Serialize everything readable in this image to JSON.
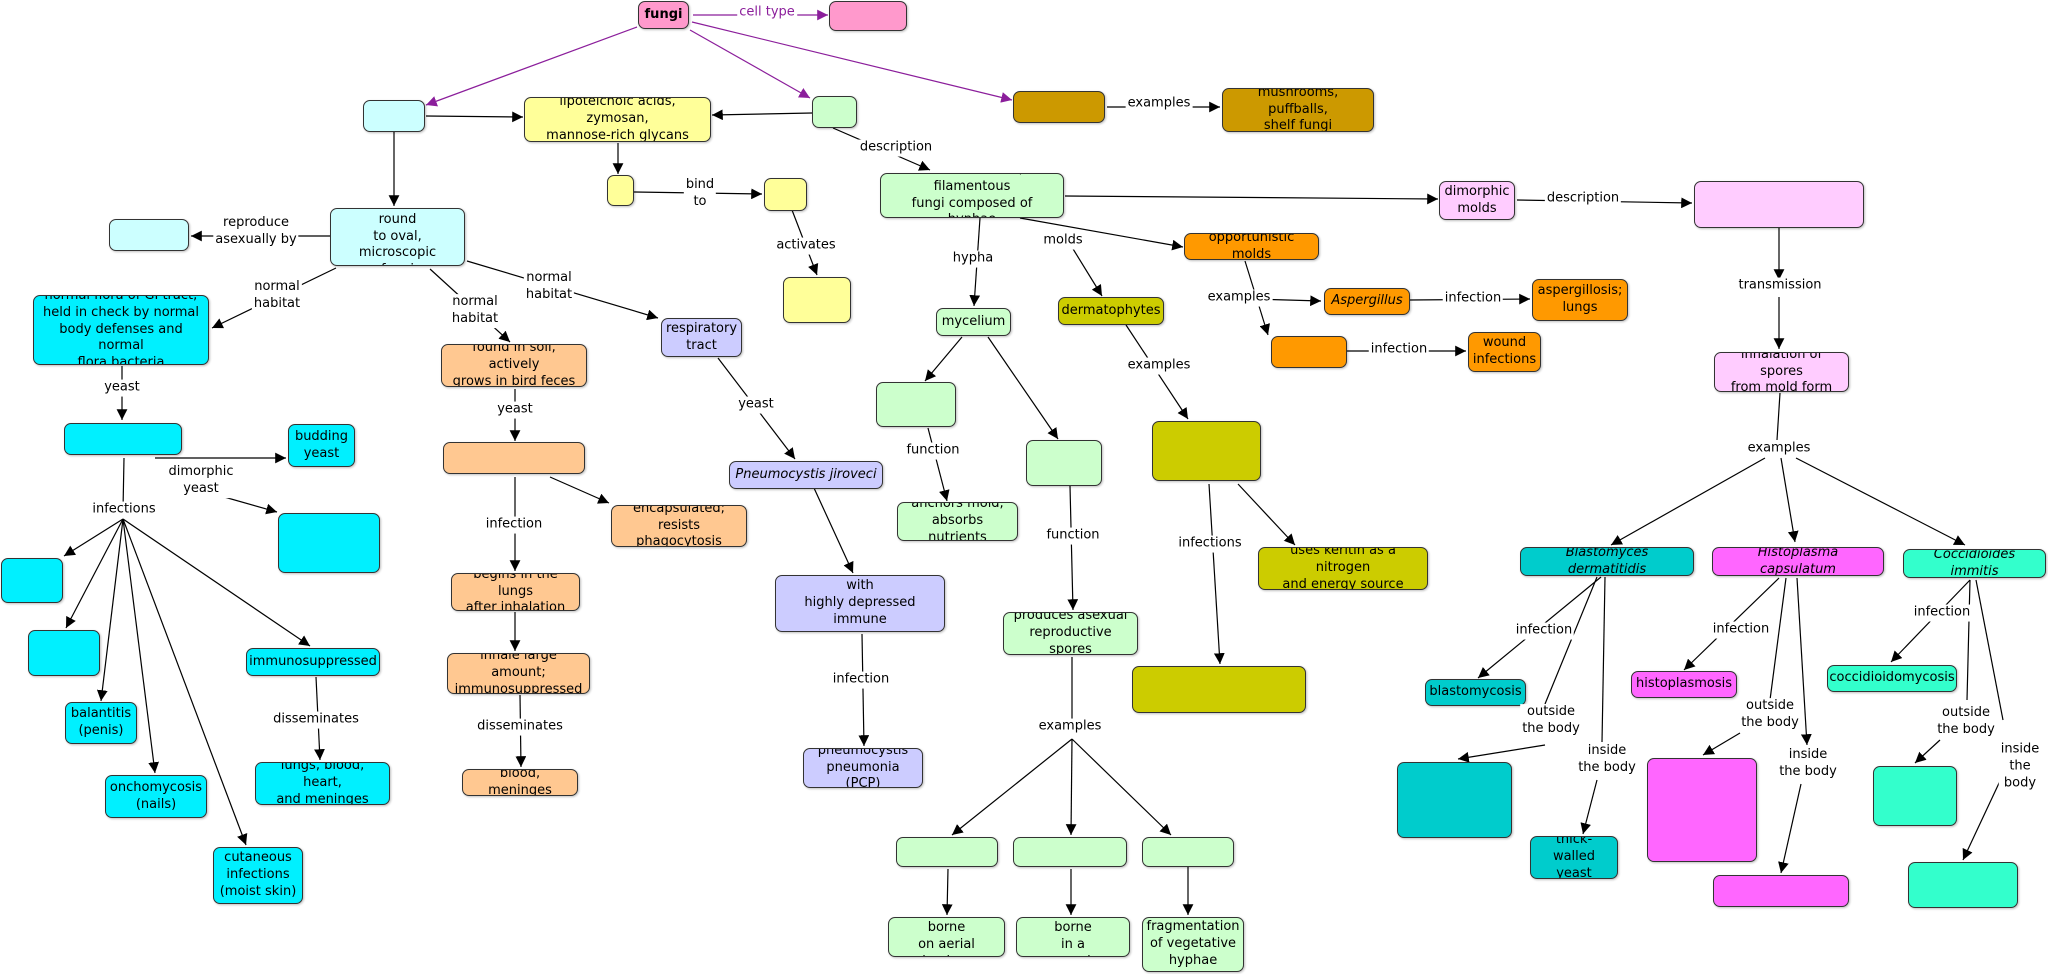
{
  "colors": {
    "fungi": "#FF99CC",
    "cyan": "#00F0FF",
    "light_cyan": "#CCFFFF",
    "yellow": "#FFFF99",
    "light_green": "#CCFFCC",
    "peach": "#FFC891",
    "lavender": "#CCCCFF",
    "gold": "#CC9900",
    "olive": "#CCCC00",
    "orange": "#FF9900",
    "light_pink": "#FFCCFF",
    "teal": "#00CCCC",
    "magenta": "#FF66FF",
    "aquamarine": "#33FFCC",
    "purple_link": "#8B1E9B",
    "black_link": "#000000"
  },
  "nodes": {
    "fungi": "fungi",
    "cell_type_box": "",
    "yeast_head": "",
    "cell_wall": "lipoteichoic acids, zymosan,\nmannose-rich glycans",
    "molds_head": "",
    "mushrooms_head": "",
    "mushrooms_examples": "mushrooms, puffballs,\nshelf fungi",
    "bind_small": "",
    "bind_target": "",
    "activates_target": "",
    "single_celled": "single celled, round\nto oval, microscopic\nfungi",
    "asexual_repro": "",
    "multinucleated": "multinucleated, filamentous\nfungi composed of hyphae",
    "dimorphic_molds": "dimorphic\nmolds",
    "dimorphic_desc": "",
    "normal_flora": "normal flora of GI tract;\nheld in check by normal\nbody defenses and normal\nflora bacteria",
    "soil": "found in soil, actively\ngrows in bird feces",
    "respiratory": "respiratory\ntract",
    "candida": "",
    "budding_yeast": "budding\nyeast",
    "dimorphic_yeast_box": "",
    "crypto": "",
    "pneumocystis": "Pneumocystis jiroveci",
    "opportunistic_molds": "opportunistic molds",
    "aspergillus": "Aspergillus",
    "aspergillosis": "aspergillosis;\nlungs",
    "orange_small": "",
    "wound": "wound\ninfections",
    "mycelium": "mycelium",
    "dermatophytes": "dermatophytes",
    "hypha_box1": "",
    "hypha_box2": "",
    "anchors": "anchors mold,\nabsorbs nutrients",
    "derm_box": "",
    "keratin": "uses keritin as a nitrogen\nand energy source",
    "derm_infection_box": "",
    "produces_spores": "produces asexual\nreproductive spores",
    "spore1": "",
    "spore2": "",
    "spore3": "",
    "externally": "externally borne\non aerial hyphae",
    "internally": "internally borne\nin a sporangium",
    "fragmentation": "fragmentation\nof vegetative\nhyphae",
    "inhalation": "inhalation of spores\nfrom mold form",
    "blastomyces": "Blastomyces dermatitidis",
    "histoplasma": "Histoplasma capsulatum",
    "coccidioides": "Coccidioides immitis",
    "blastomycosis": "blastomycosis",
    "histoplasmosis": "histoplasmosis",
    "coccidioidomycosis": "coccidioidomycosis",
    "blasto_outside": "",
    "blasto_inside": "thick-walled\nyeast",
    "histo_outside": "",
    "histo_inside": "",
    "cocci_outside": "",
    "cocci_inside": "",
    "candida_inf1": "",
    "candida_inf2": "",
    "balantitis": "balantitis\n(penis)",
    "onchomycosis": "onchomycosis\n(nails)",
    "cutaneous": "cutaneous\ninfections\n(moist skin)",
    "immunosuppressed": "immunosuppressed",
    "lungs_blood": "lungs, blood, heart,\nand meninges",
    "crypto_encapsulated": "encapsulated;\nresists phagocytosis",
    "begins_lungs": "begins in the lungs\nafter inhalation",
    "inhale_large": "inhale large amount;\nimmunosuppressed",
    "blood_meninges": "blood, meninges",
    "seen_only": "seen only in persons with\nhighly depressed immune\nresponses",
    "pcp": "pneumocystis\npneumonia (PCP)"
  },
  "link_labels": {
    "cell_type": "cell type",
    "examples": "examples",
    "description": "description",
    "bind_to": "bind\nto",
    "activates": "activates",
    "reproduce_asexually_by": "reproduce\nasexually by",
    "normal_habitat": "normal\nhabitat",
    "yeast": "yeast",
    "dimorphic_yeast": "dimorphic\nyeast",
    "infections": "infections",
    "infection": "infection",
    "disseminates": "disseminates",
    "hypha": "hypha",
    "molds": "molds",
    "function": "function",
    "transmission": "transmission",
    "outside_the_body": "outside\nthe body",
    "inside_the_body": "inside\nthe body"
  }
}
